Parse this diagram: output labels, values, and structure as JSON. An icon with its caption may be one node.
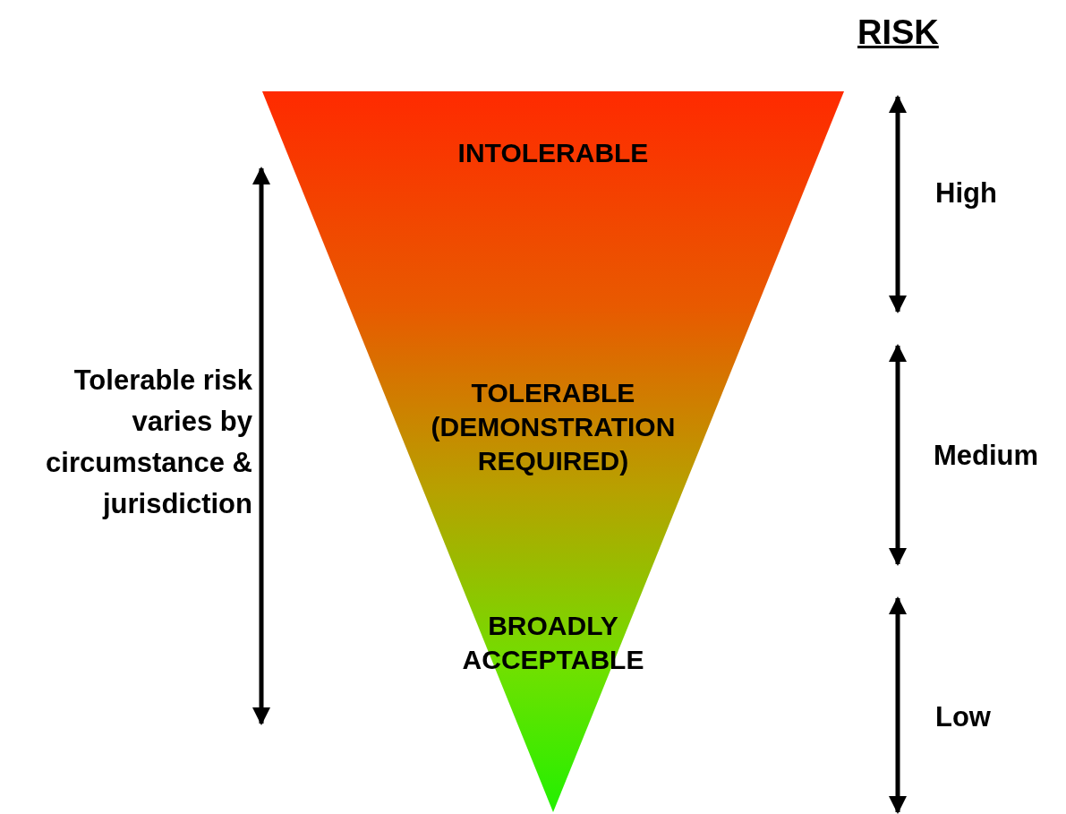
{
  "diagram": {
    "title": "RISK",
    "nodes": [
      {
        "text": [
          "INTOLERABLE",
          "TOLERABLE (DEMONSTRATION REQUIRED)",
          "BROADLY ACCEPTABLE"
        ]
      }
    ],
    "edges": [],
    "labels": [
      "High",
      "Tolerable risk varies by circumstance & jurisdiction",
      "Medium",
      "Low"
    ]
  }
}
